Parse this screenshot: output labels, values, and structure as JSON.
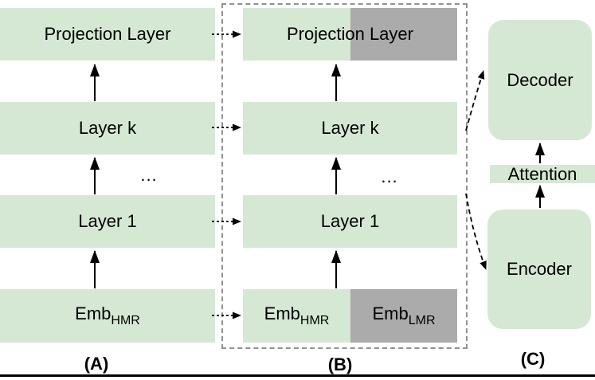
{
  "colors": {
    "green": "#d5e8d4",
    "gray": "#ababab",
    "dash_border": "#919191",
    "arrow": "#000000"
  },
  "panel_a": {
    "label": "(A)",
    "ellipsis": "...",
    "boxes": {
      "projection": "Projection Layer",
      "layer_k": "Layer k",
      "layer_1": "Layer 1",
      "emb": {
        "base": "Emb",
        "sub": "HMR"
      }
    }
  },
  "panel_b": {
    "label": "(B)",
    "ellipsis": "...",
    "boxes": {
      "projection": "Projection Layer",
      "layer_k": "Layer k",
      "layer_1": "Layer 1",
      "emb_hmr": {
        "base": "Emb",
        "sub": "HMR"
      },
      "emb_lmr": {
        "base": "Emb",
        "sub": "LMR"
      }
    }
  },
  "panel_c": {
    "label": "(C)",
    "decoder": "Decoder",
    "attention": "Attention",
    "encoder": "Encoder"
  }
}
